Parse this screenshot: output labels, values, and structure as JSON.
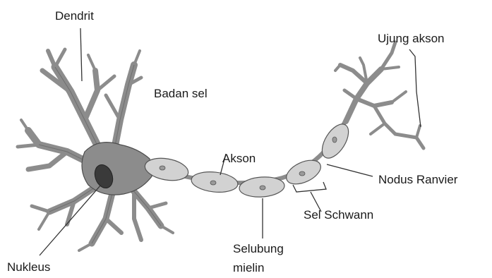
{
  "labels": {
    "dendrit": "Dendrit",
    "badan_sel": "Badan sel",
    "ujung_akson": "Ujung akson",
    "akson": "Akson",
    "nodus_ranvier": "Nodus Ranvier",
    "sel_schwann": "Sel Schwann",
    "selubung_line1": "Selubung",
    "selubung_line2": "mielin",
    "nukleus": "Nukleus"
  },
  "colors": {
    "neuron_fill": "#8c8c8c",
    "neuron_stroke": "#4d4d4d",
    "myelin_fill": "#d2d2d2",
    "myelin_stroke": "#555555",
    "nucleus_fill": "#3a3a3a",
    "leader": "#333333"
  }
}
